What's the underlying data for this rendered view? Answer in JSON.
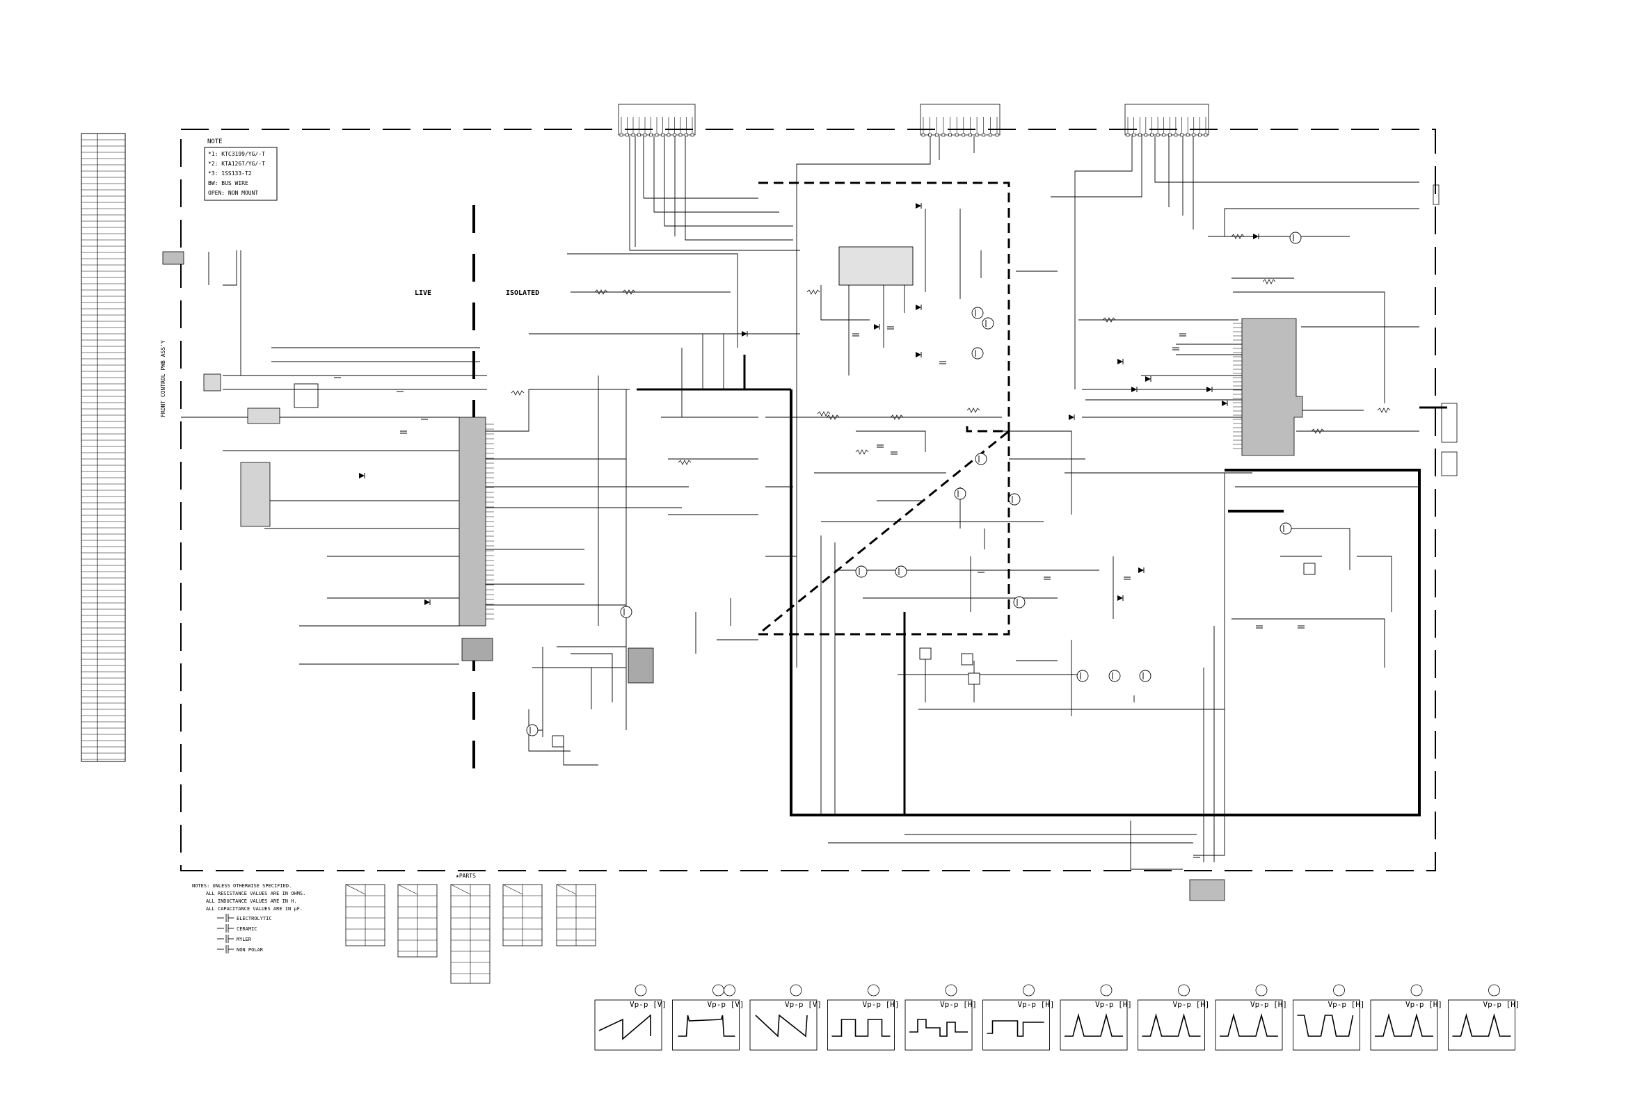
{
  "note": {
    "title": "NOTE",
    "lines": [
      "*1: KTC3199/YG/-T",
      "*2: KTA1267/YG/-T",
      "*3: 1SS133-T2",
      "BW: BUS WIRE",
      "OPEN: NON MOUNT"
    ]
  },
  "regions": {
    "live": "LIVE",
    "isolated": "ISOLATED"
  },
  "side_label": "FRONT CONTROL PWB ASS'Y",
  "notes_block": {
    "lines": [
      "NOTES: UNLESS OTHERWISE SPECIFIED.",
      "ALL RESISTANCE VALUES ARE IN OHMS.",
      "ALL INDUCTANCE VALUES ARE IN H.",
      "ALL CAPACITANCE VALUES ARE IN µF."
    ],
    "legend": [
      "ELECTROLYTIC",
      "CERAMIC",
      "MYLER",
      "NON POLAR"
    ]
  },
  "parts_header": "★PARTS",
  "waveforms": [
    {
      "label": "Vp-p [V]",
      "shape": "vsaw"
    },
    {
      "label": "Vp-p [V]",
      "shape": "vpulse"
    },
    {
      "label": "Vp-p [V]",
      "shape": "vramp"
    },
    {
      "label": "Vp-p [H]",
      "shape": "square"
    },
    {
      "label": "Vp-p [H]",
      "shape": "step"
    },
    {
      "label": "Vp-p [H]",
      "shape": "stepflat"
    },
    {
      "label": "Vp-p [H]",
      "shape": "pulse"
    },
    {
      "label": "Vp-p [H]",
      "shape": "pulse"
    },
    {
      "label": "Vp-p [H]",
      "shape": "pulse"
    },
    {
      "label": "Vp-p [H]",
      "shape": "notch"
    },
    {
      "label": "Vp-p [H]",
      "shape": "pulse"
    },
    {
      "label": "Vp-p [H]",
      "shape": "pulse"
    }
  ]
}
